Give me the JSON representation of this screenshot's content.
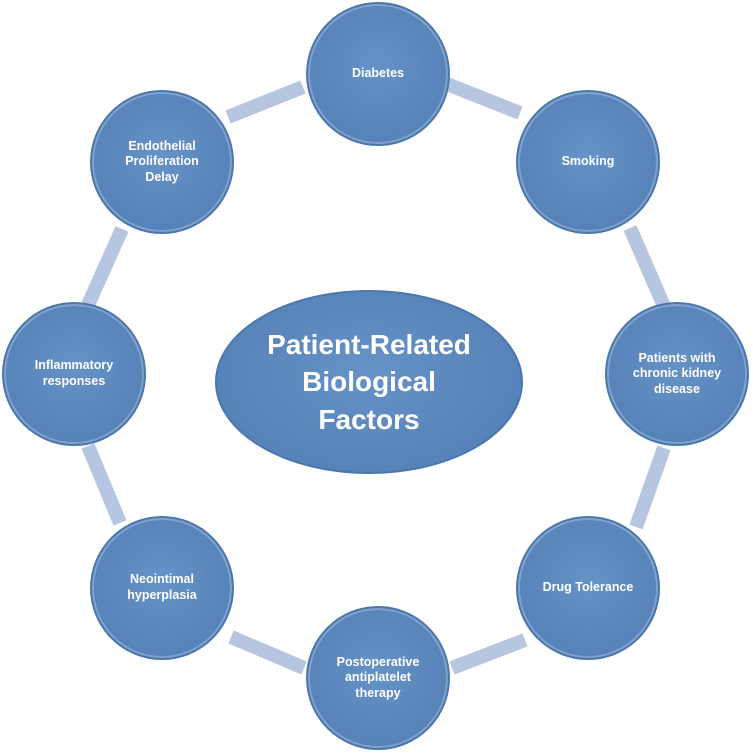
{
  "diagram": {
    "center": {
      "label": "Patient-Related\nBiological\nFactors"
    },
    "nodes": [
      {
        "id": "diabetes",
        "label": "Diabetes"
      },
      {
        "id": "smoking",
        "label": "Smoking"
      },
      {
        "id": "ckd",
        "label": "Patients with\nchronic kidney\ndisease"
      },
      {
        "id": "drug-tolerance",
        "label": "Drug Tolerance"
      },
      {
        "id": "antiplatelet",
        "label": "Postoperative\nantiplatelet\ntherapy"
      },
      {
        "id": "neointimal",
        "label": "Neointimal\nhyperplasia"
      },
      {
        "id": "inflammatory",
        "label": "Inflammatory\nresponses"
      },
      {
        "id": "endothelial",
        "label": "Endothelial\nProliferation\nDelay"
      }
    ],
    "colors": {
      "node_fill": "#5b87bd",
      "node_border": "#4a78ad",
      "connector": "#b7c6e0",
      "text": "#ffffff"
    }
  }
}
